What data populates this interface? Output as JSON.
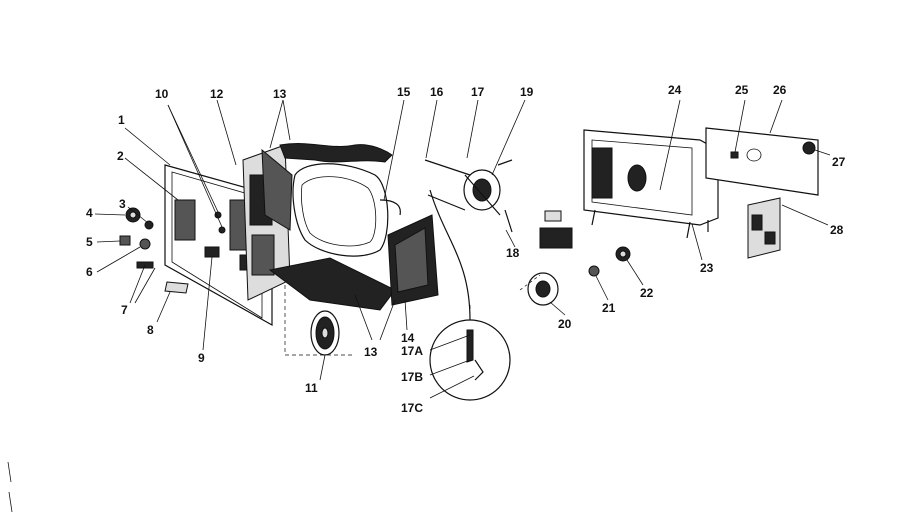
{
  "labels": {
    "l1": "1",
    "l2": "2",
    "l3": "3",
    "l4": "4",
    "l5": "5",
    "l6": "6",
    "l7": "7",
    "l8": "8",
    "l9": "9",
    "l10": "10",
    "l11": "11",
    "l12": "12",
    "l13a": "13",
    "l13b": "13",
    "l14": "14",
    "l15": "15",
    "l16": "16",
    "l17": "17",
    "l17a": "17A",
    "l17b": "17B",
    "l17c": "17C",
    "l18": "18",
    "l19": "19",
    "l20": "20",
    "l21": "21",
    "l22": "22",
    "l23": "23",
    "l24": "24",
    "l25": "25",
    "l26": "26",
    "l27": "27",
    "l28": "28"
  }
}
